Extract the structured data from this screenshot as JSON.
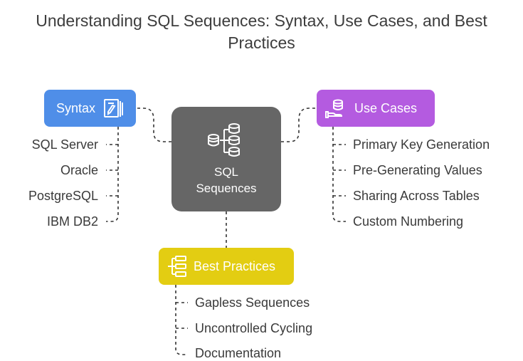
{
  "title": {
    "line1": "Understanding SQL Sequences: Syntax, Use Cases, and Best",
    "line2": "Practices"
  },
  "center": {
    "line1": "SQL",
    "line2": "Sequences",
    "icon": "database-cluster-icon",
    "color": "#666666"
  },
  "branches": {
    "syntax": {
      "label": "Syntax",
      "icon": "document-edit-icon",
      "color": "#4f8ee8",
      "items": [
        "SQL Server",
        "Oracle",
        "PostgreSQL",
        "IBM DB2"
      ]
    },
    "use_cases": {
      "label": "Use Cases",
      "icon": "database-hand-icon",
      "color": "#b45be0",
      "items": [
        "Primary Key Generation",
        "Pre-Generating Values",
        "Sharing Across Tables",
        "Custom Numbering"
      ]
    },
    "best_practices": {
      "label": "Best Practices",
      "icon": "hierarchy-tree-icon",
      "color": "#e3cd12",
      "items": [
        "Gapless Sequences",
        "Uncontrolled Cycling",
        "Documentation"
      ]
    }
  }
}
